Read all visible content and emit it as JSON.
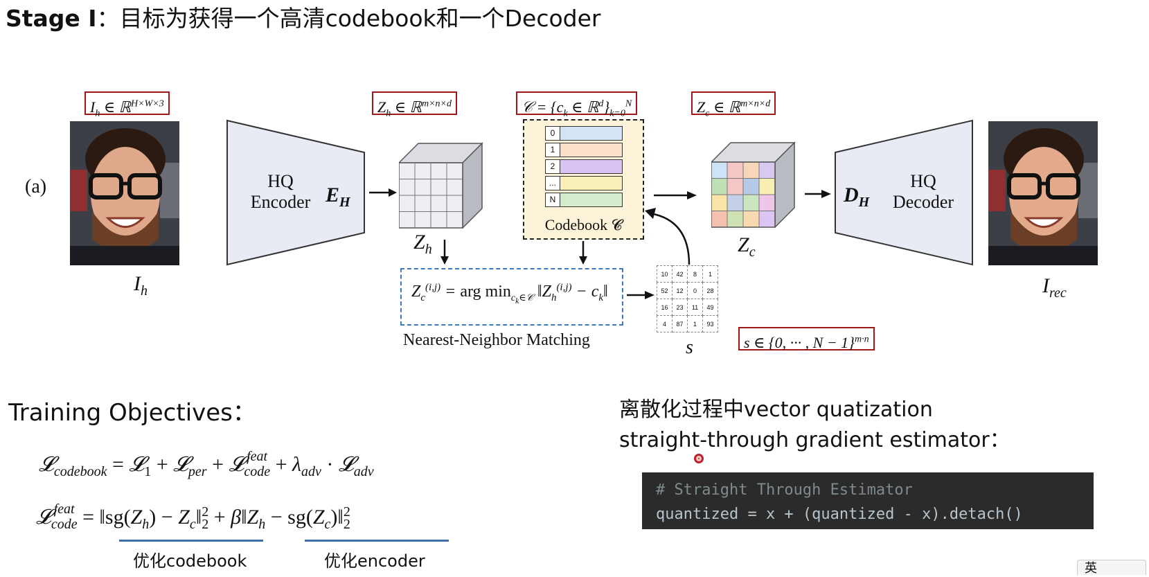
{
  "slide": {
    "title_bold": "Stage I",
    "title_rest": "：目标为获得一个高清codebook和一个Decoder"
  },
  "diagram": {
    "panel_tag": "(a)",
    "label_Ih_box": "I_h ∈ ℝ^{H×W×3}",
    "label_Zh_box": "Z_h ∈ ℝ^{m×n×d}",
    "label_C_box": "C = {c_k ∈ ℝ^d}_{k=0}^N",
    "label_Zc_box": "Z_c ∈ ℝ^{m×n×d}",
    "label_s_box": "s ∈ {0, ··· , N − 1}^{m·n}",
    "encoder_text": "HQ\nEncoder",
    "encoder_symbol": "E",
    "encoder_symbol_sub": "H",
    "decoder_symbol": "D",
    "decoder_symbol_sub": "H",
    "decoder_text": "HQ\nDecoder",
    "input_label": "I",
    "input_label_sub": "h",
    "output_label": "I",
    "output_label_sub": "rec",
    "zh_label": "Z",
    "zh_label_sub": "h",
    "zc_label": "Z",
    "zc_label_sub": "c",
    "s_label": "s",
    "codebook_indices": [
      "0",
      "1",
      "2",
      "...",
      "N"
    ],
    "codebook_colors": [
      "#d4e3f6",
      "#fbe0cc",
      "#d9c3f3",
      "#fbf0b8",
      "#d4ebcc"
    ],
    "codebook_label": "Codebook 𝓒",
    "nnm_formula": "Z_c^(i,j) = arg min_{c_k∈C} ‖Z_h^(i,j) − c_k‖",
    "nnm_label": "Nearest-Neighbor Matching",
    "index_grid": [
      [
        "10",
        "42",
        "8",
        "1"
      ],
      [
        "52",
        "12",
        "0",
        "28"
      ],
      [
        "16",
        "23",
        "11",
        "49"
      ],
      [
        "4",
        "87",
        "1",
        "93"
      ]
    ],
    "zc_colors": [
      [
        "#cfe3f7",
        "#f4c6c6",
        "#f7d7b8",
        "#d9c8ef"
      ],
      [
        "#bfe0b5",
        "#f5c6c6",
        "#b7c9e9",
        "#f9efb4"
      ],
      [
        "#f8e4a6",
        "#c6cfe8",
        "#cbe6bf",
        "#efc5e9"
      ],
      [
        "#f5c0b0",
        "#cfe3b2",
        "#f9d9b0",
        "#dcc5f2"
      ]
    ]
  },
  "training": {
    "title": "Training Objectives：",
    "formula1": "𝓛_codebook = 𝓛_1 + 𝓛_per + 𝓛_code^feat + λ_adv · 𝓛_adv",
    "formula2": "𝓛_code^feat = ‖sg(Z_h) − Z_c‖²₂ + β‖Z_h − sg(Z_c)‖²₂",
    "underline_label1": "优化codebook",
    "underline_label2": "优化encoder"
  },
  "vq": {
    "title_line1": "离散化过程中vector quatization",
    "title_line2": "straight-through gradient estimator：",
    "code_comment": "# Straight Through Estimator",
    "code_line": "quantized = x + (quantized - x).detach()"
  },
  "ime": {
    "text": "英"
  }
}
